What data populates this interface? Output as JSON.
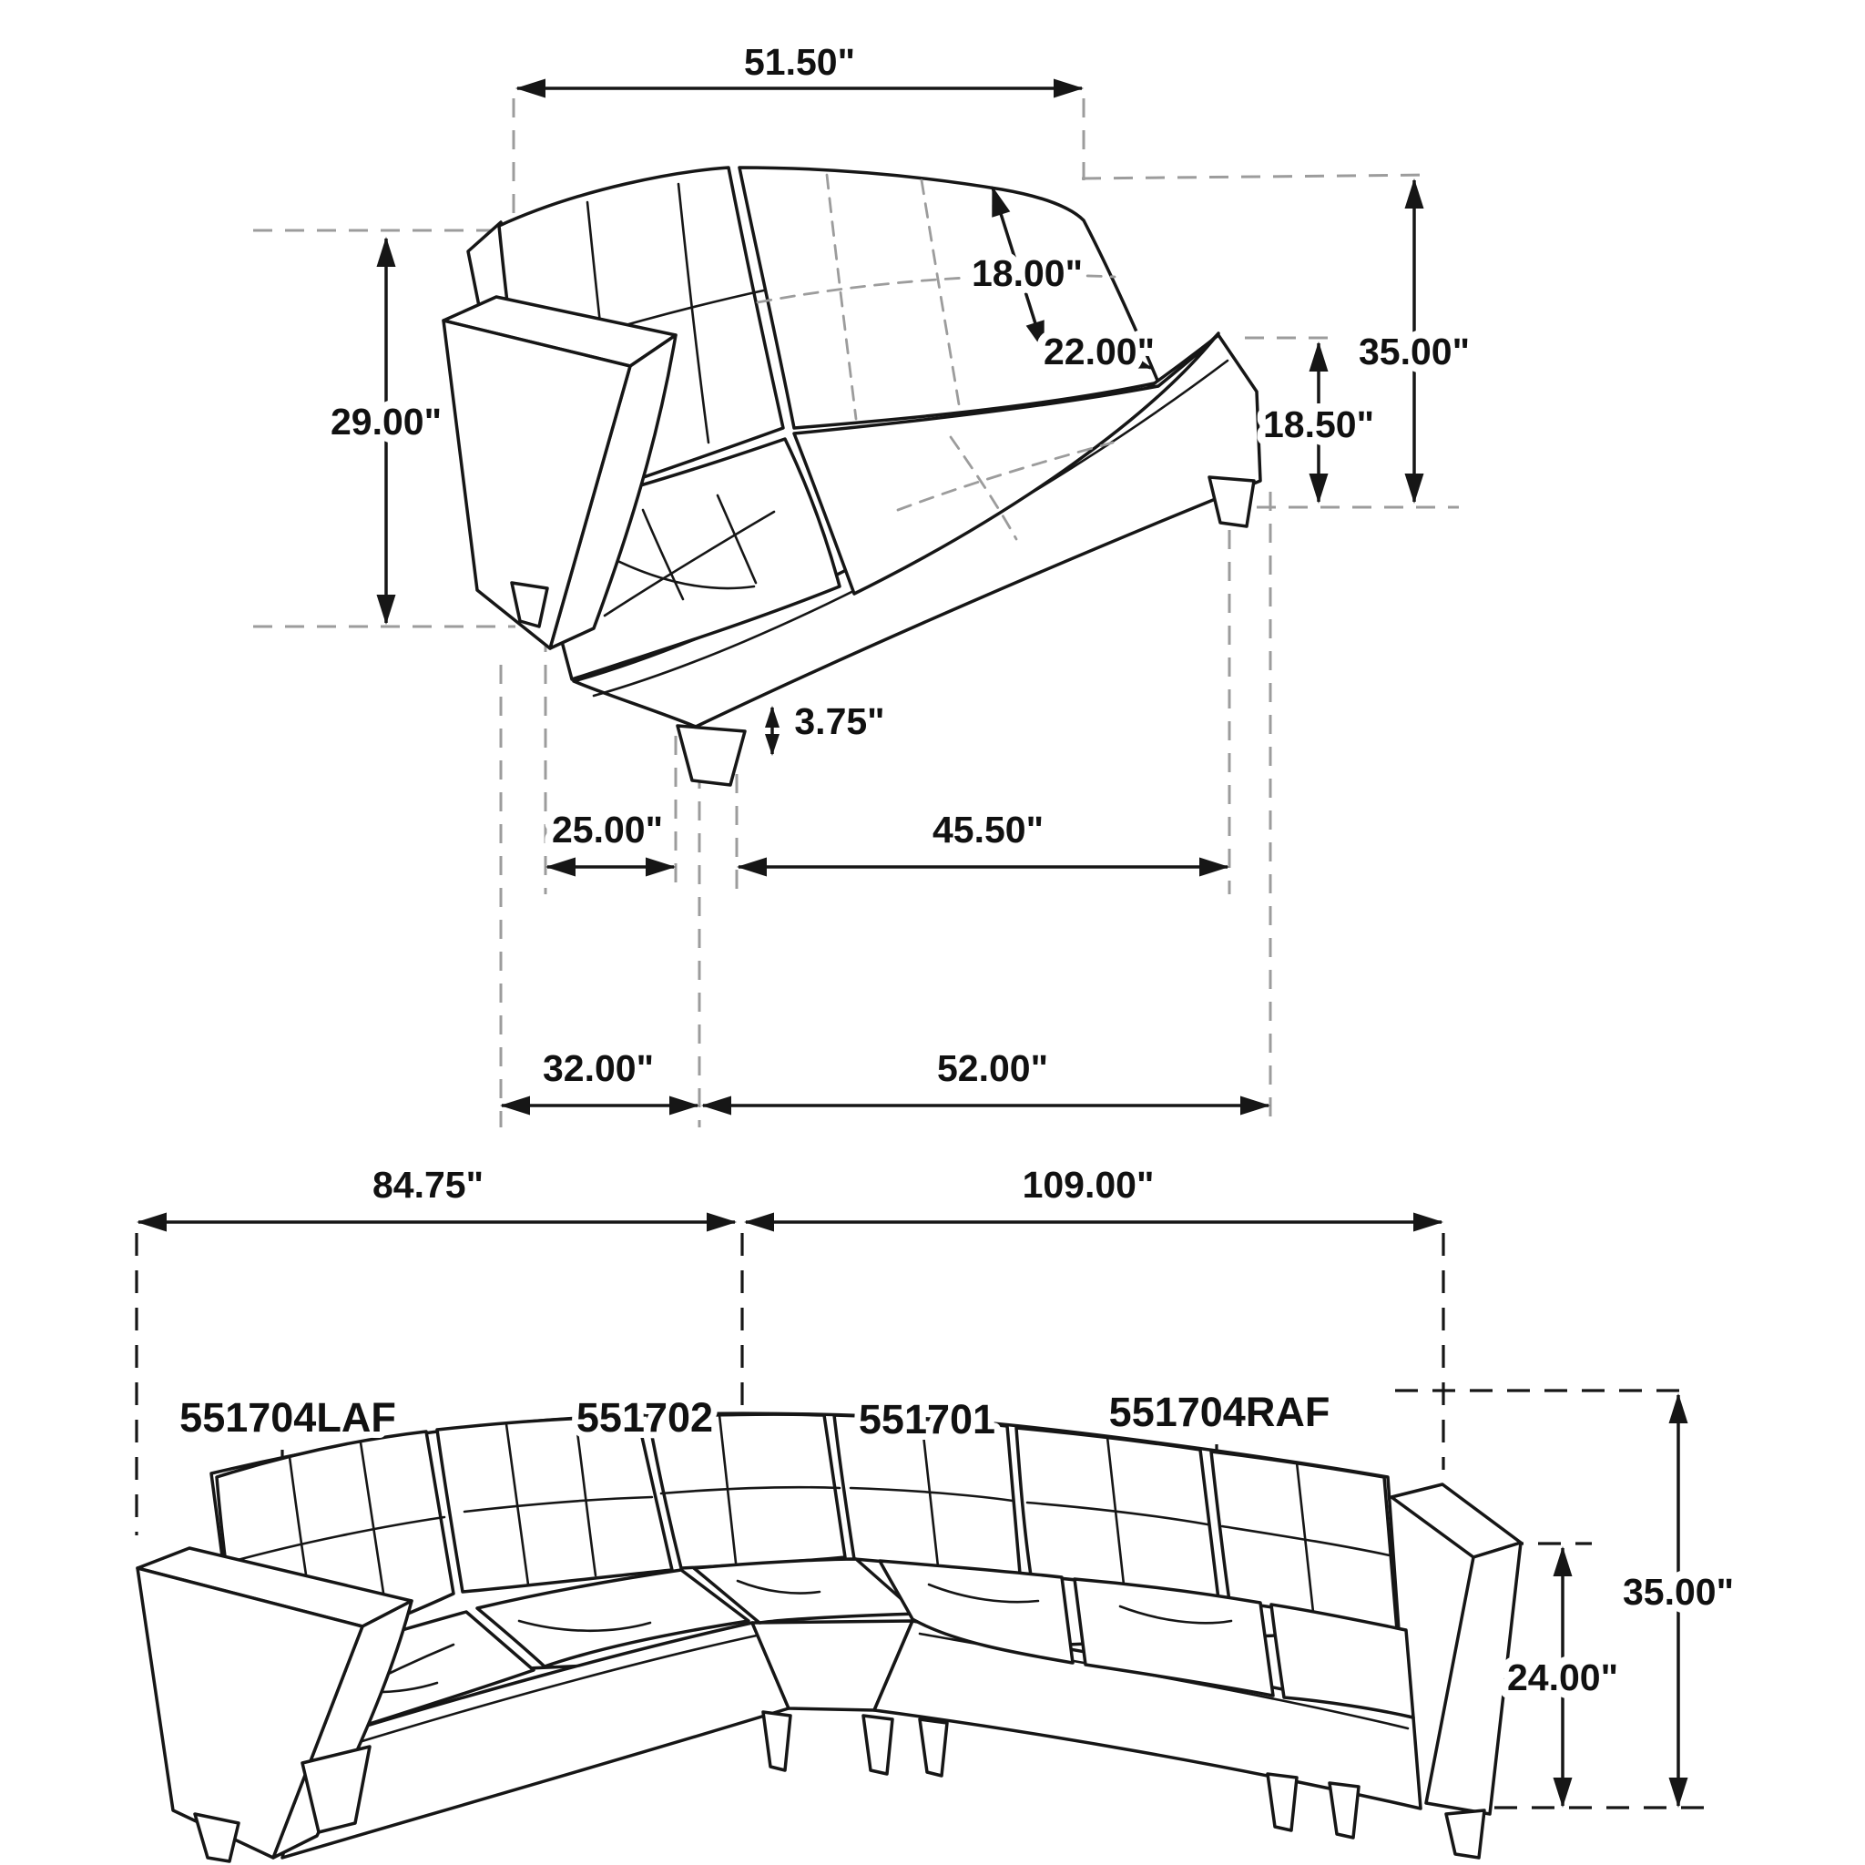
{
  "diagram": {
    "type": "furniture-dimension-drawing",
    "line_color": "#161616",
    "guide_color": "#9c9c9c",
    "background": "#ffffff"
  },
  "loveseat": {
    "overall_width": "51.50\"",
    "back_cushion_height": "18.00\"",
    "seat_depth": "22.00\"",
    "back_height": "29.00\"",
    "overall_height": "35.00\"",
    "seat_height": "18.50\"",
    "leg_height": "3.75\"",
    "front_leg_span": "25.00\"",
    "seat_front_width": "45.50\"",
    "side_depth": "32.00\"",
    "front_width": "52.00\""
  },
  "sectional": {
    "left_side_width": "84.75\"",
    "right_side_width": "109.00\"",
    "overall_height": "35.00\"",
    "arm_height": "24.00\"",
    "parts": [
      {
        "label": "551704LAF"
      },
      {
        "label": "551702"
      },
      {
        "label": "551701"
      },
      {
        "label": "551704RAF"
      }
    ]
  }
}
